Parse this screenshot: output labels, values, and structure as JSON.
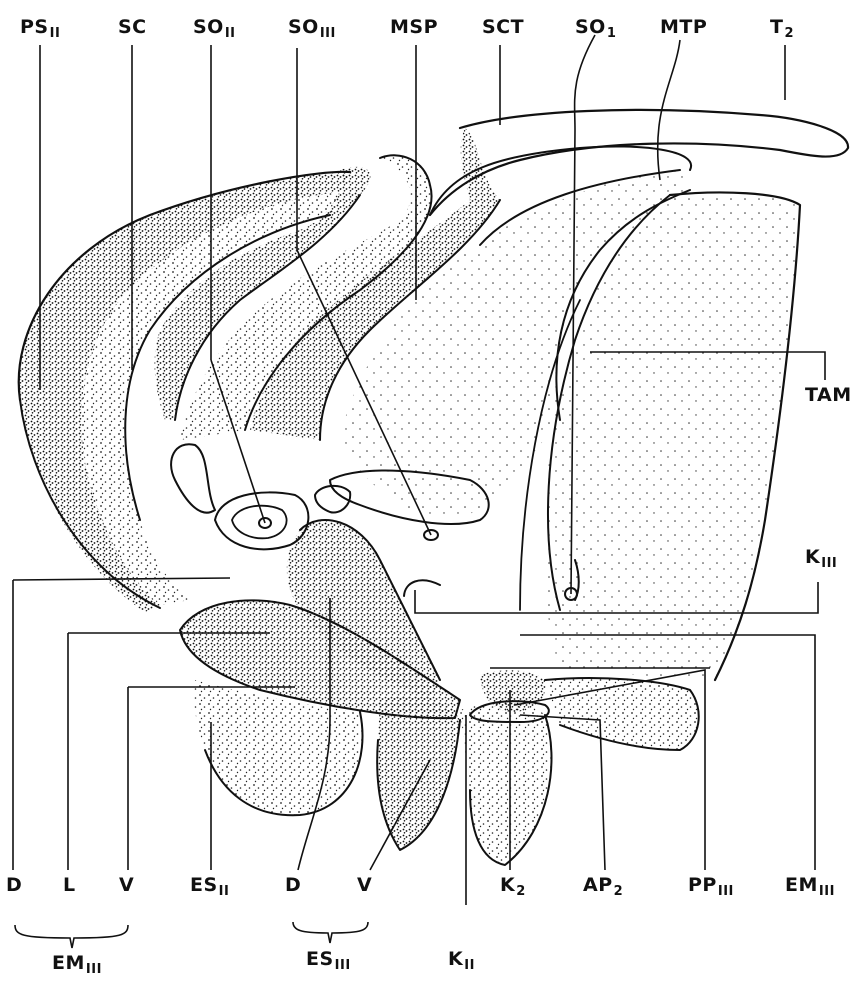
{
  "labels": {
    "PS": {
      "main": "PS",
      "sub": "II"
    },
    "SC": {
      "main": "SC",
      "sub": ""
    },
    "SO2": {
      "main": "SO",
      "sub": "II"
    },
    "SO3": {
      "main": "SO",
      "sub": "III"
    },
    "MSP": {
      "main": "MSP",
      "sub": ""
    },
    "SCT": {
      "main": "SCT",
      "sub": ""
    },
    "SO1": {
      "main": "SO",
      "sub": "1"
    },
    "MTP": {
      "main": "MTP",
      "sub": ""
    },
    "T2": {
      "main": "T",
      "sub": "2"
    },
    "TAM": {
      "main": "TAM",
      "sub": ""
    },
    "K3": {
      "main": "K",
      "sub": "III"
    },
    "D1": {
      "main": "D",
      "sub": ""
    },
    "L": {
      "main": "L",
      "sub": ""
    },
    "V1": {
      "main": "V",
      "sub": ""
    },
    "ES2": {
      "main": "ES",
      "sub": "II"
    },
    "D2": {
      "main": "D",
      "sub": ""
    },
    "V2": {
      "main": "V",
      "sub": ""
    },
    "K2": {
      "main": "K",
      "sub": "2"
    },
    "AP2": {
      "main": "AP",
      "sub": "2"
    },
    "PP3": {
      "main": "PP",
      "sub": "III"
    },
    "EM3r": {
      "main": "EM",
      "sub": "III"
    },
    "EM3": {
      "main": "EM",
      "sub": "III"
    },
    "ES3": {
      "main": "ES",
      "sub": "III"
    },
    "K1": {
      "main": "K",
      "sub": "II"
    }
  }
}
